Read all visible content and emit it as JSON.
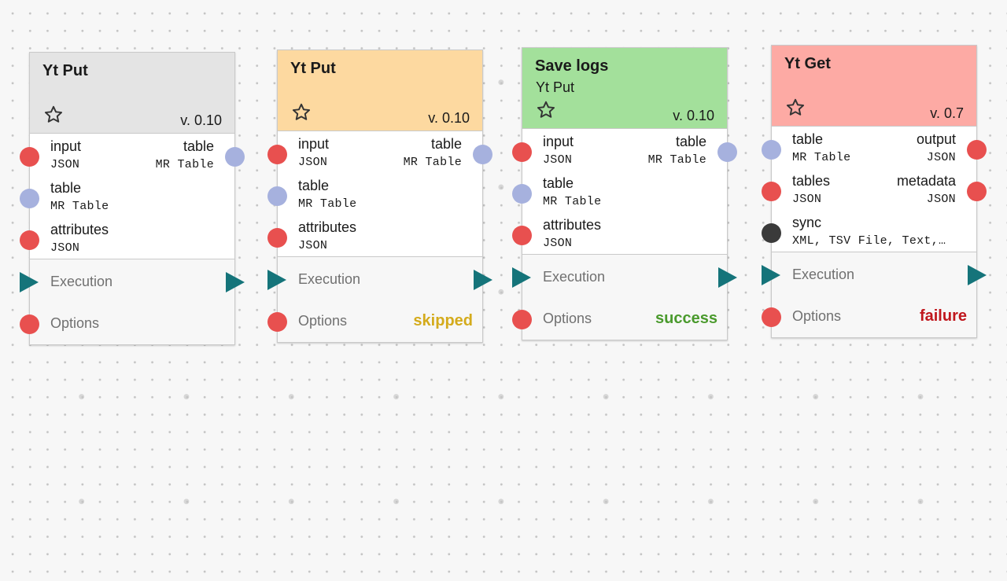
{
  "colors": {
    "json_port": "#e8504f",
    "table_port": "#a6b1de",
    "sync_port": "#3a3a3a",
    "exec_arrow": "#15747a"
  },
  "nodes": [
    {
      "title": "Yt Put",
      "subtitle": "",
      "version": "v. 0.10",
      "header_color": "#e4e4e4",
      "star_icon": "star-outline-icon",
      "inputs": [
        {
          "label": "input",
          "type": "JSON"
        },
        {
          "label": "table",
          "type": "MR Table"
        },
        {
          "label": "attributes",
          "type": "JSON"
        }
      ],
      "outputs": [
        {
          "label": "table",
          "type": "MR Table"
        }
      ],
      "execution_label": "Execution",
      "options_label": "Options",
      "status": "",
      "status_color": ""
    },
    {
      "title": "Yt Put",
      "subtitle": "",
      "version": "v. 0.10",
      "header_color": "#fdd9a0",
      "star_icon": "star-outline-icon",
      "inputs": [
        {
          "label": "input",
          "type": "JSON"
        },
        {
          "label": "table",
          "type": "MR Table"
        },
        {
          "label": "attributes",
          "type": "JSON"
        }
      ],
      "outputs": [
        {
          "label": "table",
          "type": "MR Table"
        }
      ],
      "execution_label": "Execution",
      "options_label": "Options",
      "status": "skipped",
      "status_color": "#d4ab1c"
    },
    {
      "title": "Save logs",
      "subtitle": "Yt Put",
      "version": "v. 0.10",
      "header_color": "#a3e09b",
      "star_icon": "star-outline-icon",
      "inputs": [
        {
          "label": "input",
          "type": "JSON"
        },
        {
          "label": "table",
          "type": "MR Table"
        },
        {
          "label": "attributes",
          "type": "JSON"
        }
      ],
      "outputs": [
        {
          "label": "table",
          "type": "MR Table"
        }
      ],
      "execution_label": "Execution",
      "options_label": "Options",
      "status": "success",
      "status_color": "#4a9a2d"
    },
    {
      "title": "Yt Get",
      "subtitle": "",
      "version": "v. 0.7",
      "header_color": "#fdaaa4",
      "star_icon": "star-outline-icon",
      "inputs": [
        {
          "label": "table",
          "type": "MR Table"
        },
        {
          "label": "tables",
          "type": "JSON"
        },
        {
          "label": "sync",
          "type": "XML, TSV File, Text,…"
        }
      ],
      "outputs": [
        {
          "label": "output",
          "type": "JSON"
        },
        {
          "label": "metadata",
          "type": "JSON"
        }
      ],
      "execution_label": "Execution",
      "options_label": "Options",
      "status": "failure",
      "status_color": "#c0171d"
    }
  ]
}
